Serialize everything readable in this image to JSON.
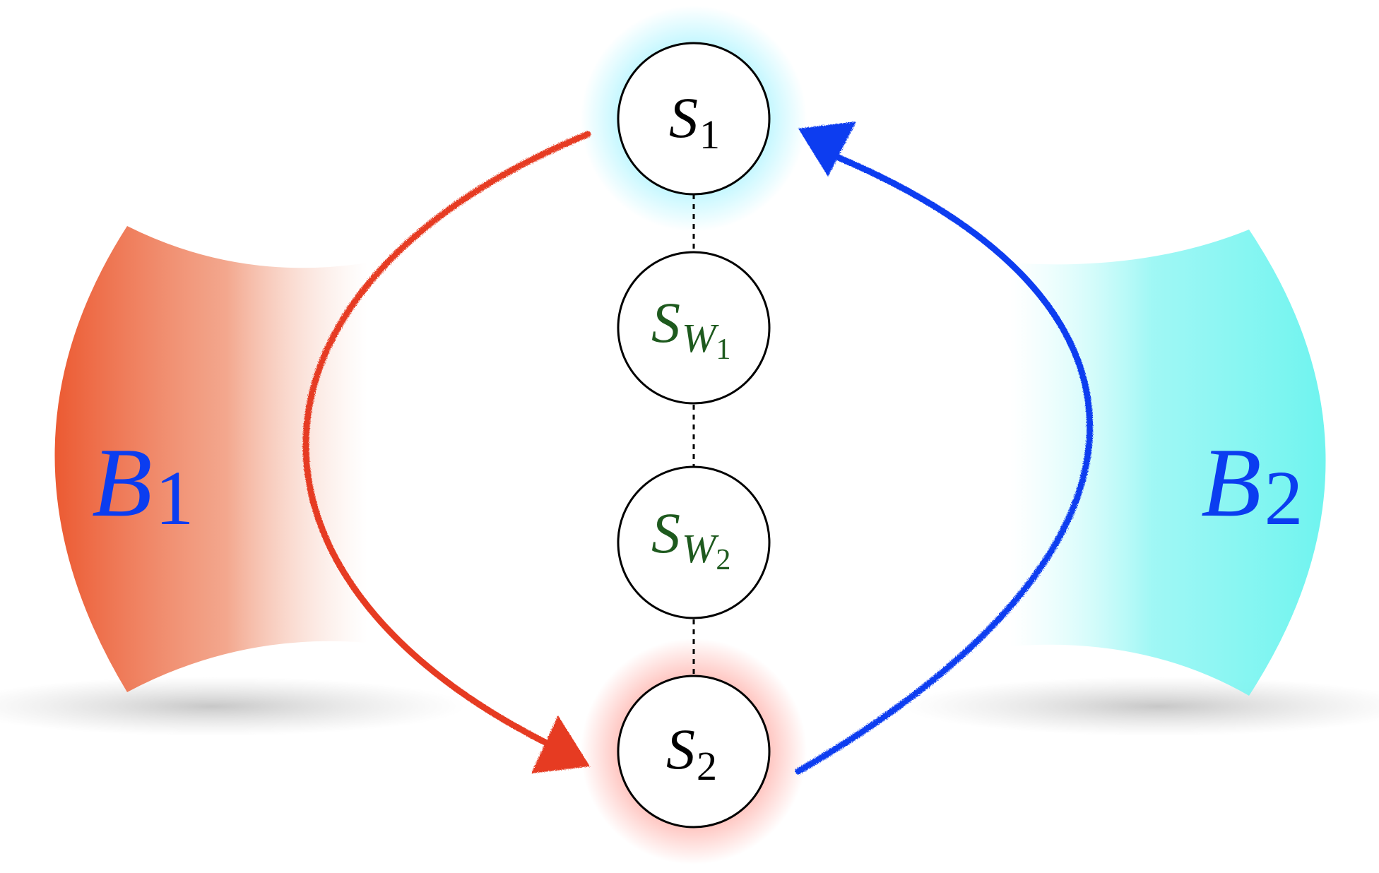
{
  "baths": [
    {
      "id": "B1",
      "symbol": "B",
      "subscript": "1",
      "color": "#ec5a32"
    },
    {
      "id": "B2",
      "symbol": "B",
      "subscript": "2",
      "color": "#6ff4ef"
    }
  ],
  "nodes": [
    {
      "id": "S1",
      "symbol": "S",
      "subscript": "1",
      "color": "#000000",
      "glow": "#8ef0ff"
    },
    {
      "id": "SW1",
      "symbol": "S",
      "subscript": "W",
      "subsubscript": "1",
      "color": "#1e5a1e"
    },
    {
      "id": "SW2",
      "symbol": "S",
      "subscript": "W",
      "subsubscript": "2",
      "color": "#1e5a1e"
    },
    {
      "id": "S2",
      "symbol": "S",
      "subscript": "2",
      "color": "#000000",
      "glow": "#ff8a80"
    }
  ],
  "arrows": [
    {
      "id": "B1-arrow",
      "from": "S1",
      "to": "S2",
      "color": "#e63a22"
    },
    {
      "id": "B2-arrow",
      "from": "S2",
      "to": "S1",
      "color": "#0a3cf0"
    }
  ],
  "colors": {
    "bath_label": "#0b3df0",
    "node_stroke": "#000000",
    "link": "#000000"
  }
}
